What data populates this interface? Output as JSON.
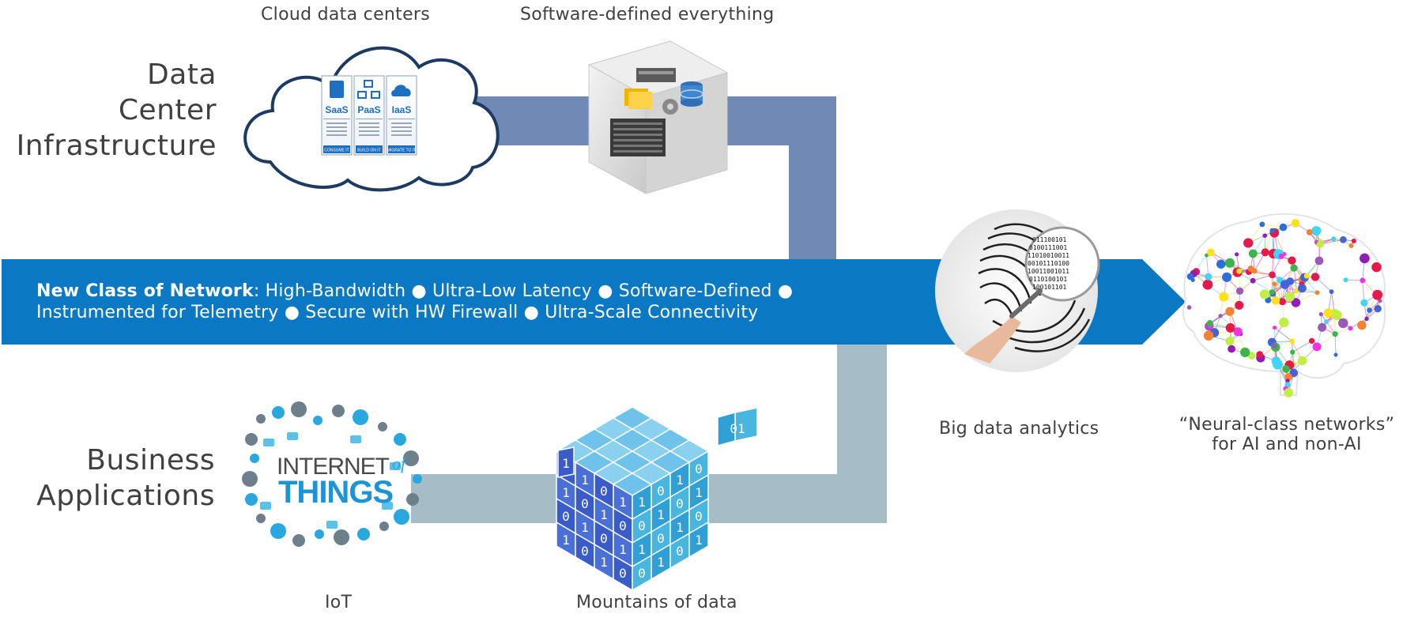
{
  "colors": {
    "banner": "#0a78c2",
    "top_connector": "#7189b5",
    "bottom_connector": "#a6bcc6",
    "text": "#404040",
    "cube_dark": "#3a5cc8",
    "cube_light": "#49b6df"
  },
  "sections": {
    "top": {
      "line1": "Data",
      "line2": "Center",
      "line3": "Infrastructure"
    },
    "bottom": {
      "line1": "Business",
      "line2": "Applications"
    }
  },
  "items": {
    "cloud": {
      "caption": "Cloud data centers",
      "icon": "cloud-icon",
      "cards": [
        {
          "title": "SaaS",
          "footer": "CONSUME IT"
        },
        {
          "title": "PaaS",
          "footer": "BUILD ON IT"
        },
        {
          "title": "IaaS",
          "footer": "MIGRATE TO IT"
        }
      ]
    },
    "software": {
      "caption": "Software-defined everything",
      "icon": "server-cube-icon"
    },
    "bigdata": {
      "caption": "Big data analytics",
      "icon": "fingerprint-magnifier-icon"
    },
    "neural": {
      "caption_line1": "“Neural-class networks”",
      "caption_line2": "for AI and non-AI",
      "icon": "brain-network-icon"
    },
    "iot": {
      "caption": "IoT",
      "icon": "iot-icon",
      "logo_line1": "INTERNET",
      "logo_of": "of",
      "logo_line2": "THINGS"
    },
    "data": {
      "caption": "Mountains of data",
      "icon": "data-cube-icon"
    }
  },
  "banner": {
    "bold": "New Class of Network",
    "rest_line1": ": High-Bandwidth ● Ultra-Low Latency ● Software-Defined ●",
    "line2": "Instrumented for Telemetry ● Secure with HW Firewall ● Ultra-Scale Connectivity"
  }
}
